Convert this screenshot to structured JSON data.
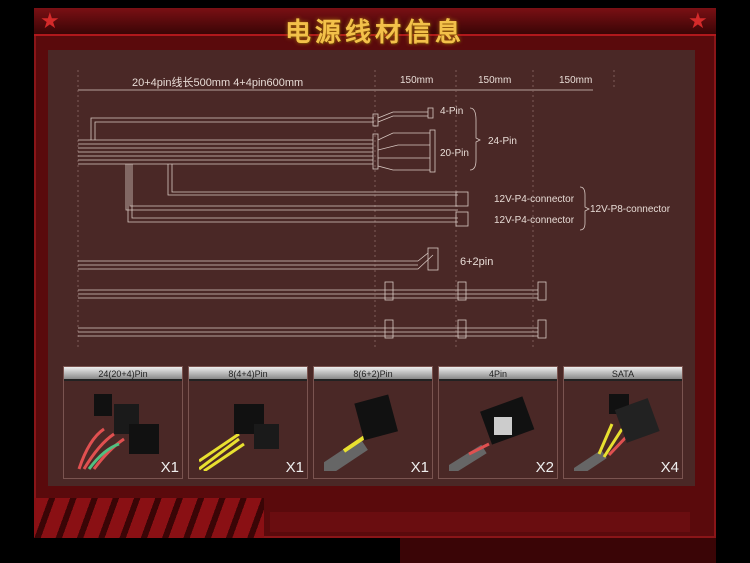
{
  "title": "电源线材信息",
  "diagram": {
    "length_label": "20+4pin线长500mm  4+4pin600mm",
    "segments": [
      "150mm",
      "150mm",
      "150mm"
    ],
    "labels": {
      "pin4": "4-Pin",
      "pin20": "20-Pin",
      "pin24": "24-Pin",
      "p4a": "12V-P4-connector",
      "p4b": "12V-P4-connector",
      "p8": "12V-P8-connector",
      "pcie": "6+2pin"
    }
  },
  "connectors": [
    {
      "name": "24(20+4)Pin",
      "qty": "X1"
    },
    {
      "name": "8(4+4)Pin",
      "qty": "X1"
    },
    {
      "name": "8(6+2)Pin",
      "qty": "X1"
    },
    {
      "name": "4Pin",
      "qty": "X2"
    },
    {
      "name": "SATA",
      "qty": "X4"
    }
  ],
  "colors": {
    "title": "#f3c14a",
    "panel": "#4a2826",
    "frame": "#5a0a0c"
  }
}
